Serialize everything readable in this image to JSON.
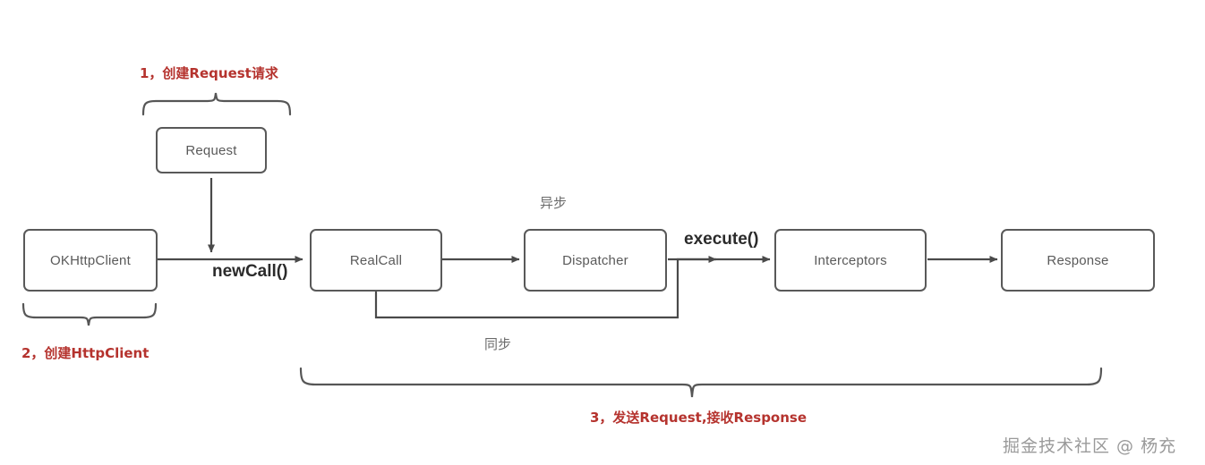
{
  "diagram": {
    "title": "OkHttp request flow",
    "colors": {
      "box_stroke": "#595959",
      "box_text": "#5a5a5a",
      "edge_label": "#2b2b2b",
      "branch_label": "#6b6b6b",
      "annotation_red": "#b5332e",
      "watermark": "#9a9a9a",
      "background": "#ffffff"
    },
    "nodes": [
      {
        "id": "request",
        "label": "Request"
      },
      {
        "id": "okhttpclient",
        "label": "OKHttpClient"
      },
      {
        "id": "realcall",
        "label": "RealCall"
      },
      {
        "id": "dispatcher",
        "label": "Dispatcher"
      },
      {
        "id": "interceptors",
        "label": "Interceptors"
      },
      {
        "id": "response",
        "label": "Response"
      }
    ],
    "edge_labels": [
      {
        "id": "newcall",
        "label": "newCall()"
      },
      {
        "id": "execute",
        "label": "execute()"
      }
    ],
    "branch_labels": [
      {
        "id": "async",
        "label": "异步"
      },
      {
        "id": "sync",
        "label": "同步"
      }
    ],
    "annotations": [
      {
        "id": "step-1",
        "label": "1，创建Request请求"
      },
      {
        "id": "step-2",
        "label": "2，创建HttpClient"
      },
      {
        "id": "step-3",
        "label": "3，发送Request,接收Response"
      }
    ],
    "watermark": "掘金技术社区 @ 杨充"
  }
}
